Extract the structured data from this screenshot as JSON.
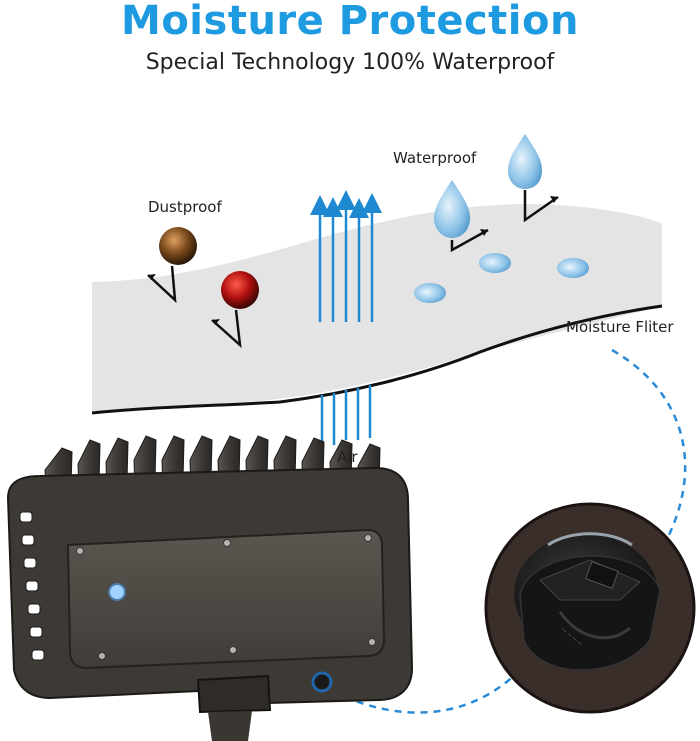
{
  "header": {
    "title": "Moisture Protection",
    "subtitle": "Special Technology 100% Waterproof"
  },
  "labels": {
    "dustproof": "Dustproof",
    "waterproof": "Waterproof",
    "moisture_filter": "Moisture Fliter",
    "air": "Air"
  },
  "colors": {
    "accent": "#1e9be0",
    "membrane": "#e4e4e4",
    "housing": "#4a4540"
  }
}
